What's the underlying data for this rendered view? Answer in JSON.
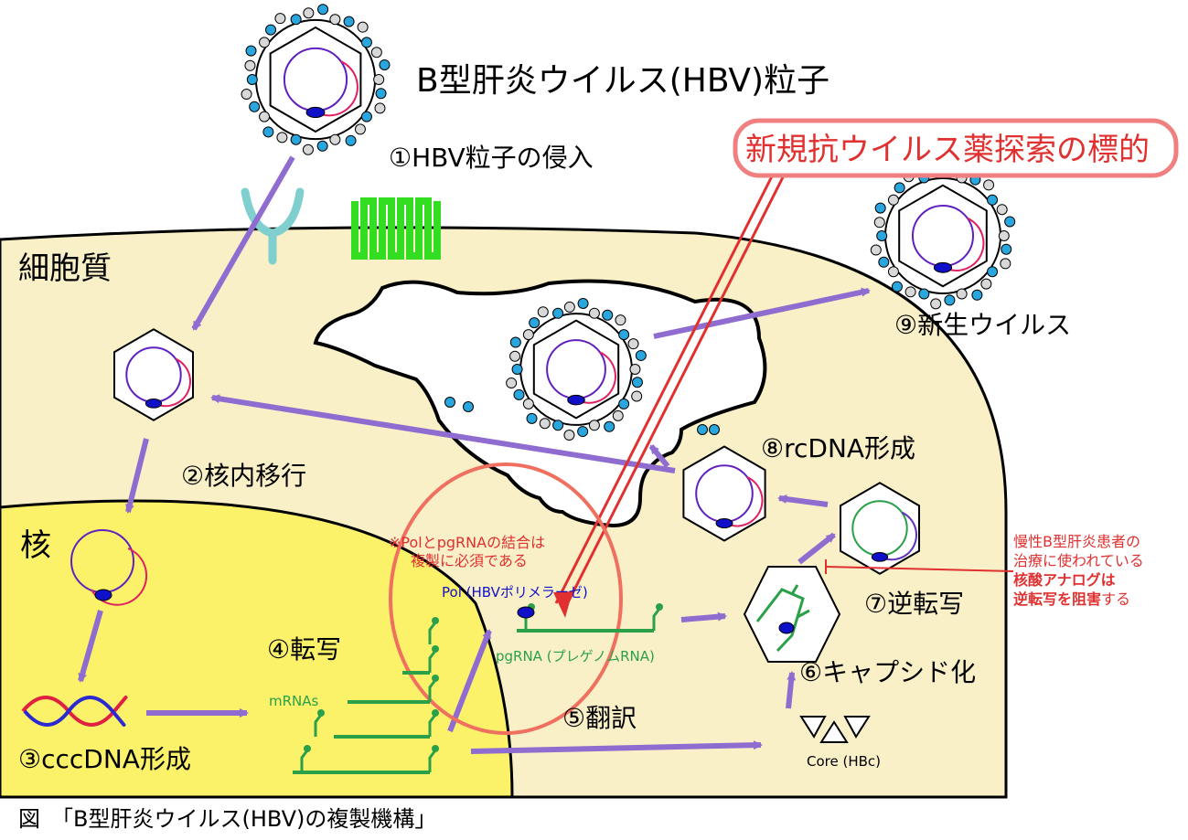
{
  "title": "B型肝炎ウイルス(HBV)粒子",
  "highlight_label": "新規抗ウイルス薬探索の標的",
  "regions": {
    "cytoplasm": "細胞質",
    "nucleus": "核"
  },
  "steps": {
    "s1": "①HBV粒子の侵入",
    "s2": "②核内移行",
    "s3": "③cccDNA形成",
    "s4": "④転写",
    "s5": "⑤翻訳",
    "s6": "⑥キャプシド化",
    "s7": "⑦逆転写",
    "s8": "⑧rcDNA形成",
    "s9": "⑨新生ウイルス"
  },
  "labels": {
    "mrnas": "mRNAs",
    "pgrna": "pgRNA (プレゲノムRNA)",
    "pol": "Pol (HBVポリメラーゼ)",
    "core": "Core (HBc)",
    "pol_note_1": "※PolとpgRNAの結合は",
    "pol_note_2": "複製に必須である"
  },
  "side_note": {
    "line1": "慢性B型肝炎患者の",
    "line2": "治療に使われている",
    "line3": "核酸アナログは",
    "line4a": "逆転写を阻害",
    "line4b": "する"
  },
  "caption": "図　「B型肝炎ウイルス(HBV)の複製機構」",
  "colors": {
    "cytoplasm": "#f9f0c8",
    "nucleus": "#fbf26a",
    "arrow": "#8f6ccf",
    "rna": "#2aa048",
    "accent_red": "#e03030",
    "envelope_dot": "#29a6de",
    "receptor": "#7fcfcf",
    "transporter": "#33dd22"
  },
  "icons": [
    "receptor-icon",
    "transporter-icon",
    "virus-particle-icon",
    "capsid-icon",
    "cccdna-icon"
  ]
}
